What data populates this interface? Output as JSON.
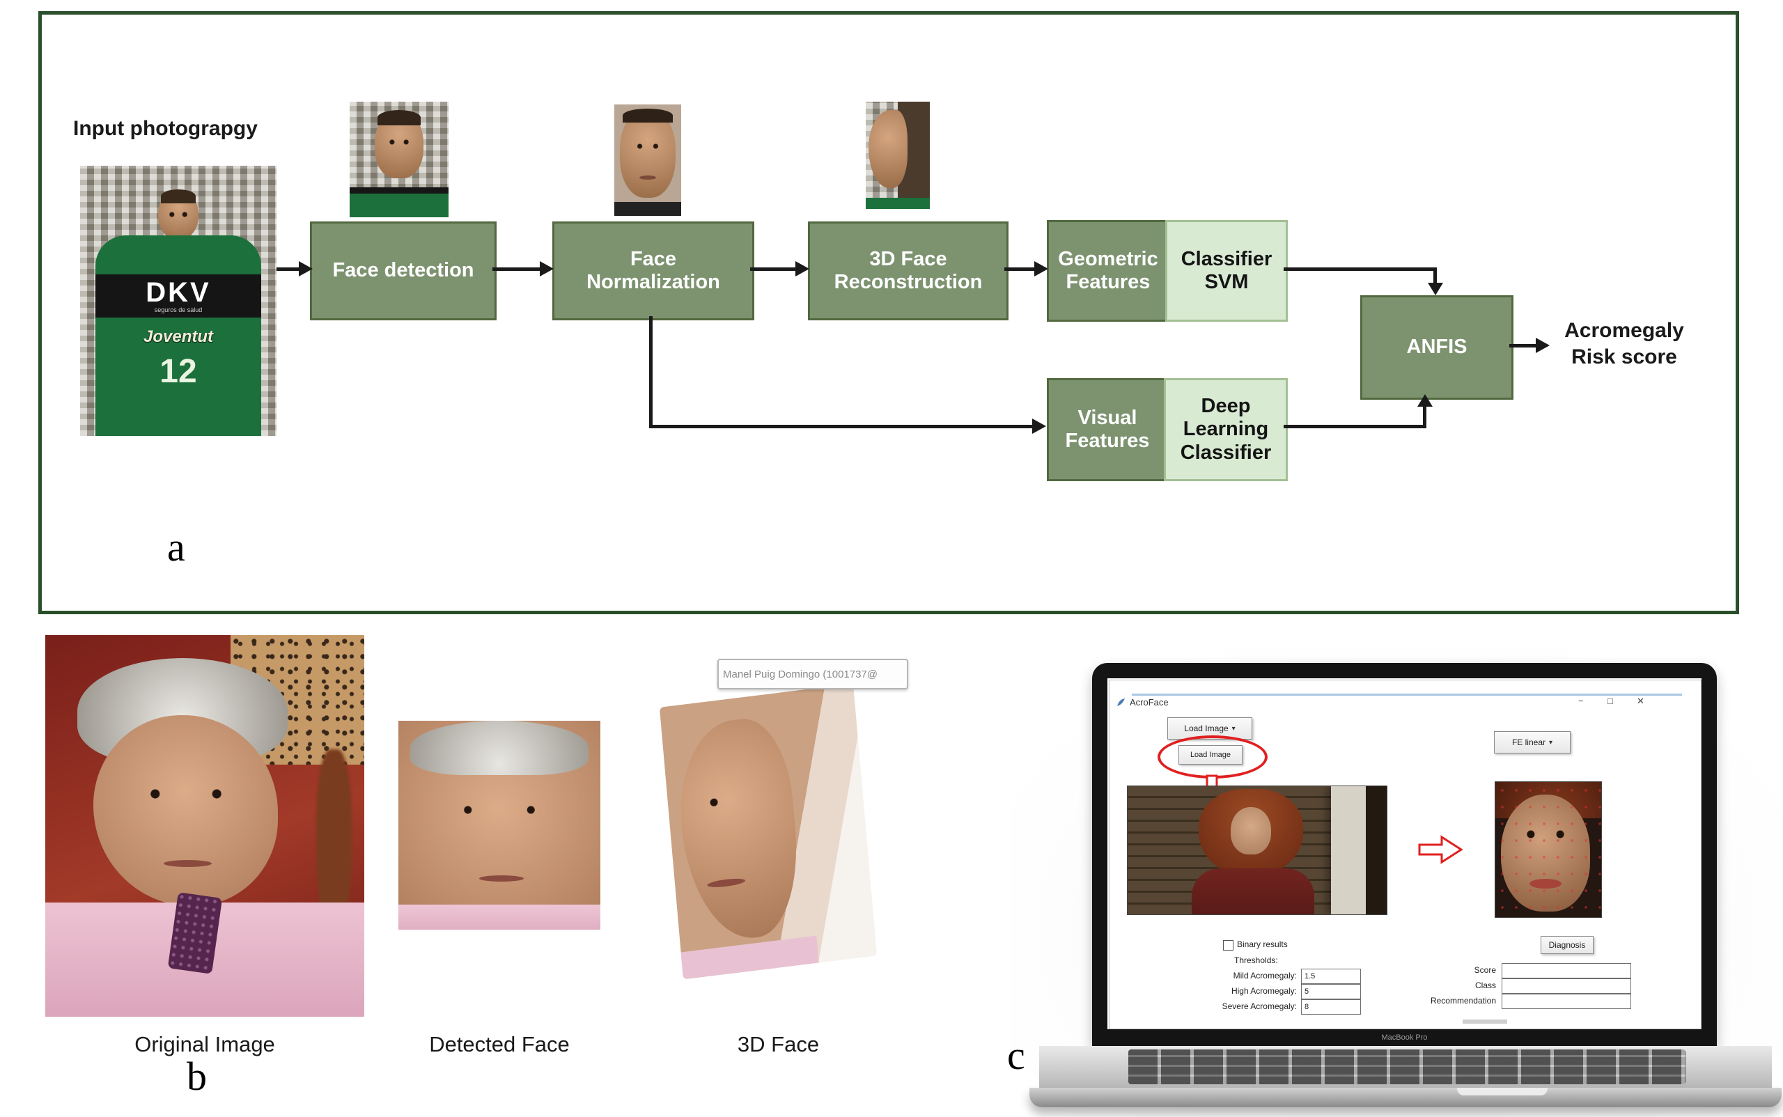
{
  "panel_a": {
    "panel_letter": "a",
    "input_caption": "Input photograpgy",
    "input_photo": {
      "jersey_brand": "DKV",
      "jersey_sub": "seguros de salud",
      "jersey_team": "Joventut",
      "jersey_number": "12"
    },
    "boxes": {
      "face_detection": "Face detection",
      "face_normalization": "Face\nNormalization",
      "face_reconstruction": "3D Face\nReconstruction",
      "geometric_features": "Geometric\nFeatures",
      "classifier_svm": "Classifier\nSVM",
      "visual_features": "Visual\nFeatures",
      "deep_learning_classifier": "Deep\nLearning\nClassifier",
      "anfis": "ANFIS"
    },
    "output_label": "Acromegaly\nRisk score",
    "colors": {
      "box_dark": "#7d9370",
      "box_dark_border": "#52693f",
      "box_light": "#d9ead3",
      "box_light_border": "#a3c094",
      "panel_border": "#2b4f2b",
      "arrow": "#1a1a1a"
    }
  },
  "panel_b": {
    "panel_letter": "b",
    "tooltip": "Manel Puig Domingo (1001737@",
    "captions": [
      "Original Image",
      "Detected Face",
      "3D Face"
    ]
  },
  "panel_c": {
    "panel_letter": "c",
    "device_label": "MacBook Pro",
    "window": {
      "title": "AcroFace",
      "controls": {
        "minimize": "−",
        "maximize": "□",
        "close": "✕"
      },
      "dropdown_glyph": "▾",
      "load_image_dropdown": "Load Image",
      "load_image_button": "Load Image",
      "fe_dropdown": "FE linear",
      "binary_checkbox": "Binary results",
      "thresholds_label": "Thresholds:",
      "thresholds": [
        {
          "label": "Mild Acromegaly:",
          "value": "1.5"
        },
        {
          "label": "High Acromegaly:",
          "value": "5"
        },
        {
          "label": "Severe Acromegaly:",
          "value": "8"
        }
      ],
      "diagnosis_button": "Diagnosis",
      "results": [
        {
          "label": "Score"
        },
        {
          "label": "Class"
        },
        {
          "label": "Recommendation"
        }
      ],
      "accent_red": "#e02020"
    }
  }
}
